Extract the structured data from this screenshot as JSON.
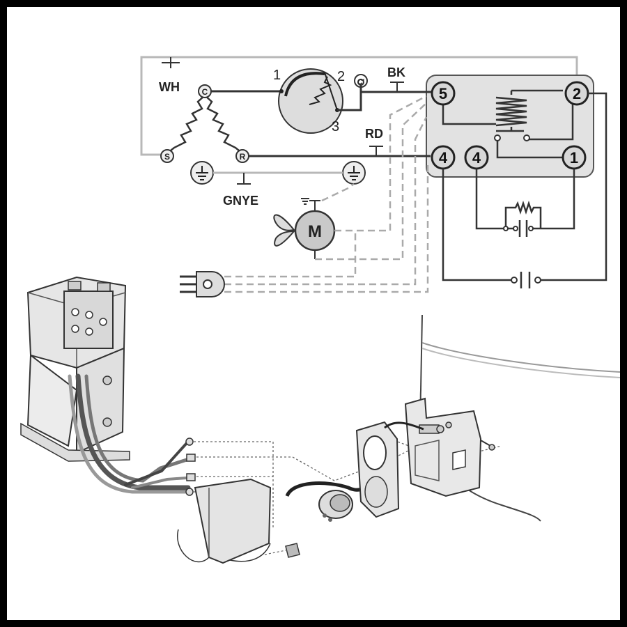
{
  "labels": {
    "wire_wh": "WH",
    "wire_bk": "BK",
    "wire_rd": "RD",
    "wire_gnye": "GNYE",
    "motor_m": "M",
    "winding_c": "C",
    "winding_s": "S",
    "winding_r": "R",
    "protector_c": "C'",
    "protector_1": "1",
    "protector_2": "2",
    "protector_3": "3",
    "relay_5": "5",
    "relay_2": "2",
    "relay_4a": "4",
    "relay_4b": "4",
    "relay_1": "1"
  },
  "colors": {
    "frame": "#000000",
    "background": "#ffffff",
    "wire": "#333333",
    "wire_gray": "#b8b8b8",
    "wire_dashed": "#aaaaaa",
    "relay_box": "#e2e2e2",
    "terminal": "#d8d8d8",
    "motor": "#c9c9c9"
  },
  "icons": [
    "ground-icon",
    "motor-icon",
    "fan-blade-icon",
    "plug-icon",
    "capacitor-icon",
    "resistor-icon",
    "relay-coil-icon"
  ]
}
